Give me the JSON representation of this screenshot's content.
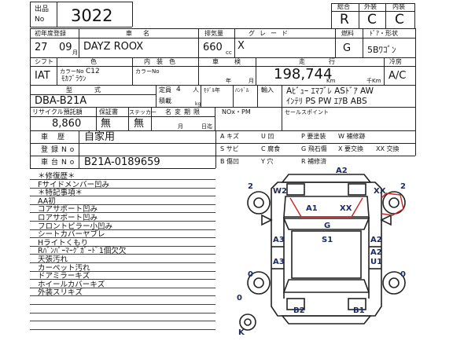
{
  "header": {
    "lot_label": "出品\nNo",
    "lot_label_top": "出品",
    "lot_label_bottom": "No",
    "lot_no": "3022",
    "grade_headers": [
      "総合",
      "外装",
      "内装"
    ],
    "grades": [
      "R",
      "C",
      "C"
    ]
  },
  "row1": {
    "first_reg_label": "初年度登録",
    "car_name_label": "車名",
    "displacement_label": "排気量",
    "grade_label": "グレード",
    "fuel_label": "燃料",
    "body_label": "ﾄﾞｱ・形状",
    "year": "27",
    "month": "09",
    "month_unit": "月",
    "car_name": "DAYZ ROOX",
    "displacement": "660",
    "cc_unit": "cc",
    "grade": "X",
    "fuel": "G",
    "body": "5Bﾜｺﾞﾝ"
  },
  "row2": {
    "shift_label": "シフト",
    "color_label": "色",
    "interior_label": "内装色",
    "inspection_label": "車検",
    "mileage_label": "走行",
    "ac_label": "冷房",
    "shift": "IAT",
    "color_no_label": "カラーNo",
    "color_no": "C12",
    "color_name": "ﾓｶﾌﾞﾗｳﾝ",
    "interior_color_no_label": "カラーNo",
    "year_unit": "年",
    "month_unit": "月",
    "mileage": "198,744",
    "km_unit": "Km",
    "thousand_km_unit": "千Km",
    "ac": "A/C"
  },
  "row3": {
    "model_label": "型式",
    "capacity_label": "定員",
    "capacity": "4",
    "capacity_unit": "人",
    "loading_label": "積載",
    "loading_unit": "kg",
    "model_year_label": "ﾓﾃﾞﾙ年",
    "handle_label": "ﾊﾝﾄﾞﾙ",
    "import_label": "輸入",
    "model": "DBA-B21A",
    "equipment_line1": "Aﾋﾞｭｰ ｴﾏﾌﾞﾚ ASﾄﾞｱ AW",
    "equipment_line2": "ｲﾝﾃﾘ PS PW ｴｱB ABS"
  },
  "row4": {
    "recycle_label": "リサイクル預託額",
    "warranty_label": "保証書",
    "sticker_label": "ステッカー",
    "name_change_label": "名変期限",
    "nox_label": "NOx・PM",
    "sales_point_label": "セールスポイント",
    "recycle": "8,860",
    "warranty": "無",
    "sticker": "無",
    "month_unit": "月",
    "day_unit": "日迄"
  },
  "history": {
    "history_label": "車歴",
    "history": "自家用",
    "reg_no_label": "登録No",
    "chassis_label": "車台No",
    "chassis": "B21A-0189659"
  },
  "legend": [
    [
      "A キズ",
      "U 凹",
      "P 要塗装",
      "W 補修跡"
    ],
    [
      "S サビ",
      "C 腐食",
      "G 飛石傷",
      "X 要交換",
      "XX 交換"
    ],
    [
      "B 傷凹",
      "Y 穴",
      "R 補修済"
    ]
  ],
  "notes": [
    "＊修復歴＊",
    "Fサイドメンバー凹み",
    "＊特記事項＊",
    "AA初",
    "コアサポート凹み",
    "ロアサポート凹み",
    "フロントピラー小凹み",
    "シートカバーヤブレ",
    "Hライトくもり",
    "Rﾊﾞﾝﾊﾟｰﾏｰｸﾞｶﾞｰﾄﾞ1個欠欠",
    "天張汚れ",
    "カーペット汚れ",
    "ドアミラーキズ",
    "ホイールカバーキズ",
    "外装スリキズ"
  ],
  "diagram": {
    "front_bumper": "A2",
    "front_left": "2",
    "left_mirror": "W2",
    "hood_left": "A1",
    "hood_right": "XX",
    "right_mirror": "XX",
    "front_right": "2",
    "windshield": "G",
    "left_front_door": "A3",
    "roof": "S1",
    "right_front_door": "A2",
    "left_rear_door": "A3",
    "right_rear_door_1": "A2",
    "right_rear_door_2": "U1",
    "rear_left": "0",
    "rear_right": "0",
    "rear_bumper_left": "B2",
    "rear_bumper_right": "B1",
    "bottom_left": "0",
    "bottom_k": "K"
  },
  "colors": {
    "line": "#222222",
    "damage": "#cc2222"
  }
}
